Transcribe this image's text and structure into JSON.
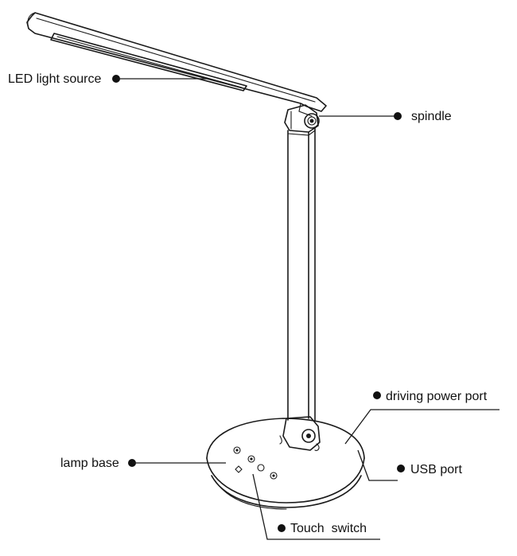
{
  "diagram": {
    "labels": {
      "led_light_source": "LED light source",
      "spindle": "spindle",
      "driving_power_port": "driving power port",
      "usb_port": "USB port",
      "lamp_base": "lamp base",
      "touch_switch": "Touch  switch"
    },
    "colors": {
      "ink": "#1a1a1a",
      "background": "#ffffff"
    }
  }
}
